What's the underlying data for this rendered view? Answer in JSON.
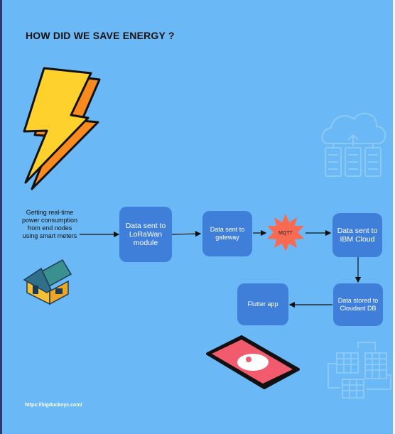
{
  "title": "HOW DID WE SAVE ENERGY ?",
  "source_text": "Getting real-time power consumption from end nodes using smart meters",
  "nodes": {
    "lorawan": "Data sent to LoRaWan module",
    "gateway": "Data sent to gateway",
    "mqtt": "MQTT",
    "ibm": "Data sent to IBM Cloud",
    "cloudant": "Data stored to Cloudant DB",
    "flutter": "Flutter app"
  },
  "footer_url": "https://bigducknyc.com/",
  "colors": {
    "background": "#6ab8f6",
    "node": "#3f7fd9",
    "mqtt_burst": "#f86b52",
    "bolt_yellow": "#fed12c",
    "bolt_orange": "#f98a1e"
  },
  "icons": [
    "lightning-bolt-icon",
    "cloud-server-icon",
    "house-icon",
    "smartphone-icon",
    "database-tables-icon"
  ]
}
